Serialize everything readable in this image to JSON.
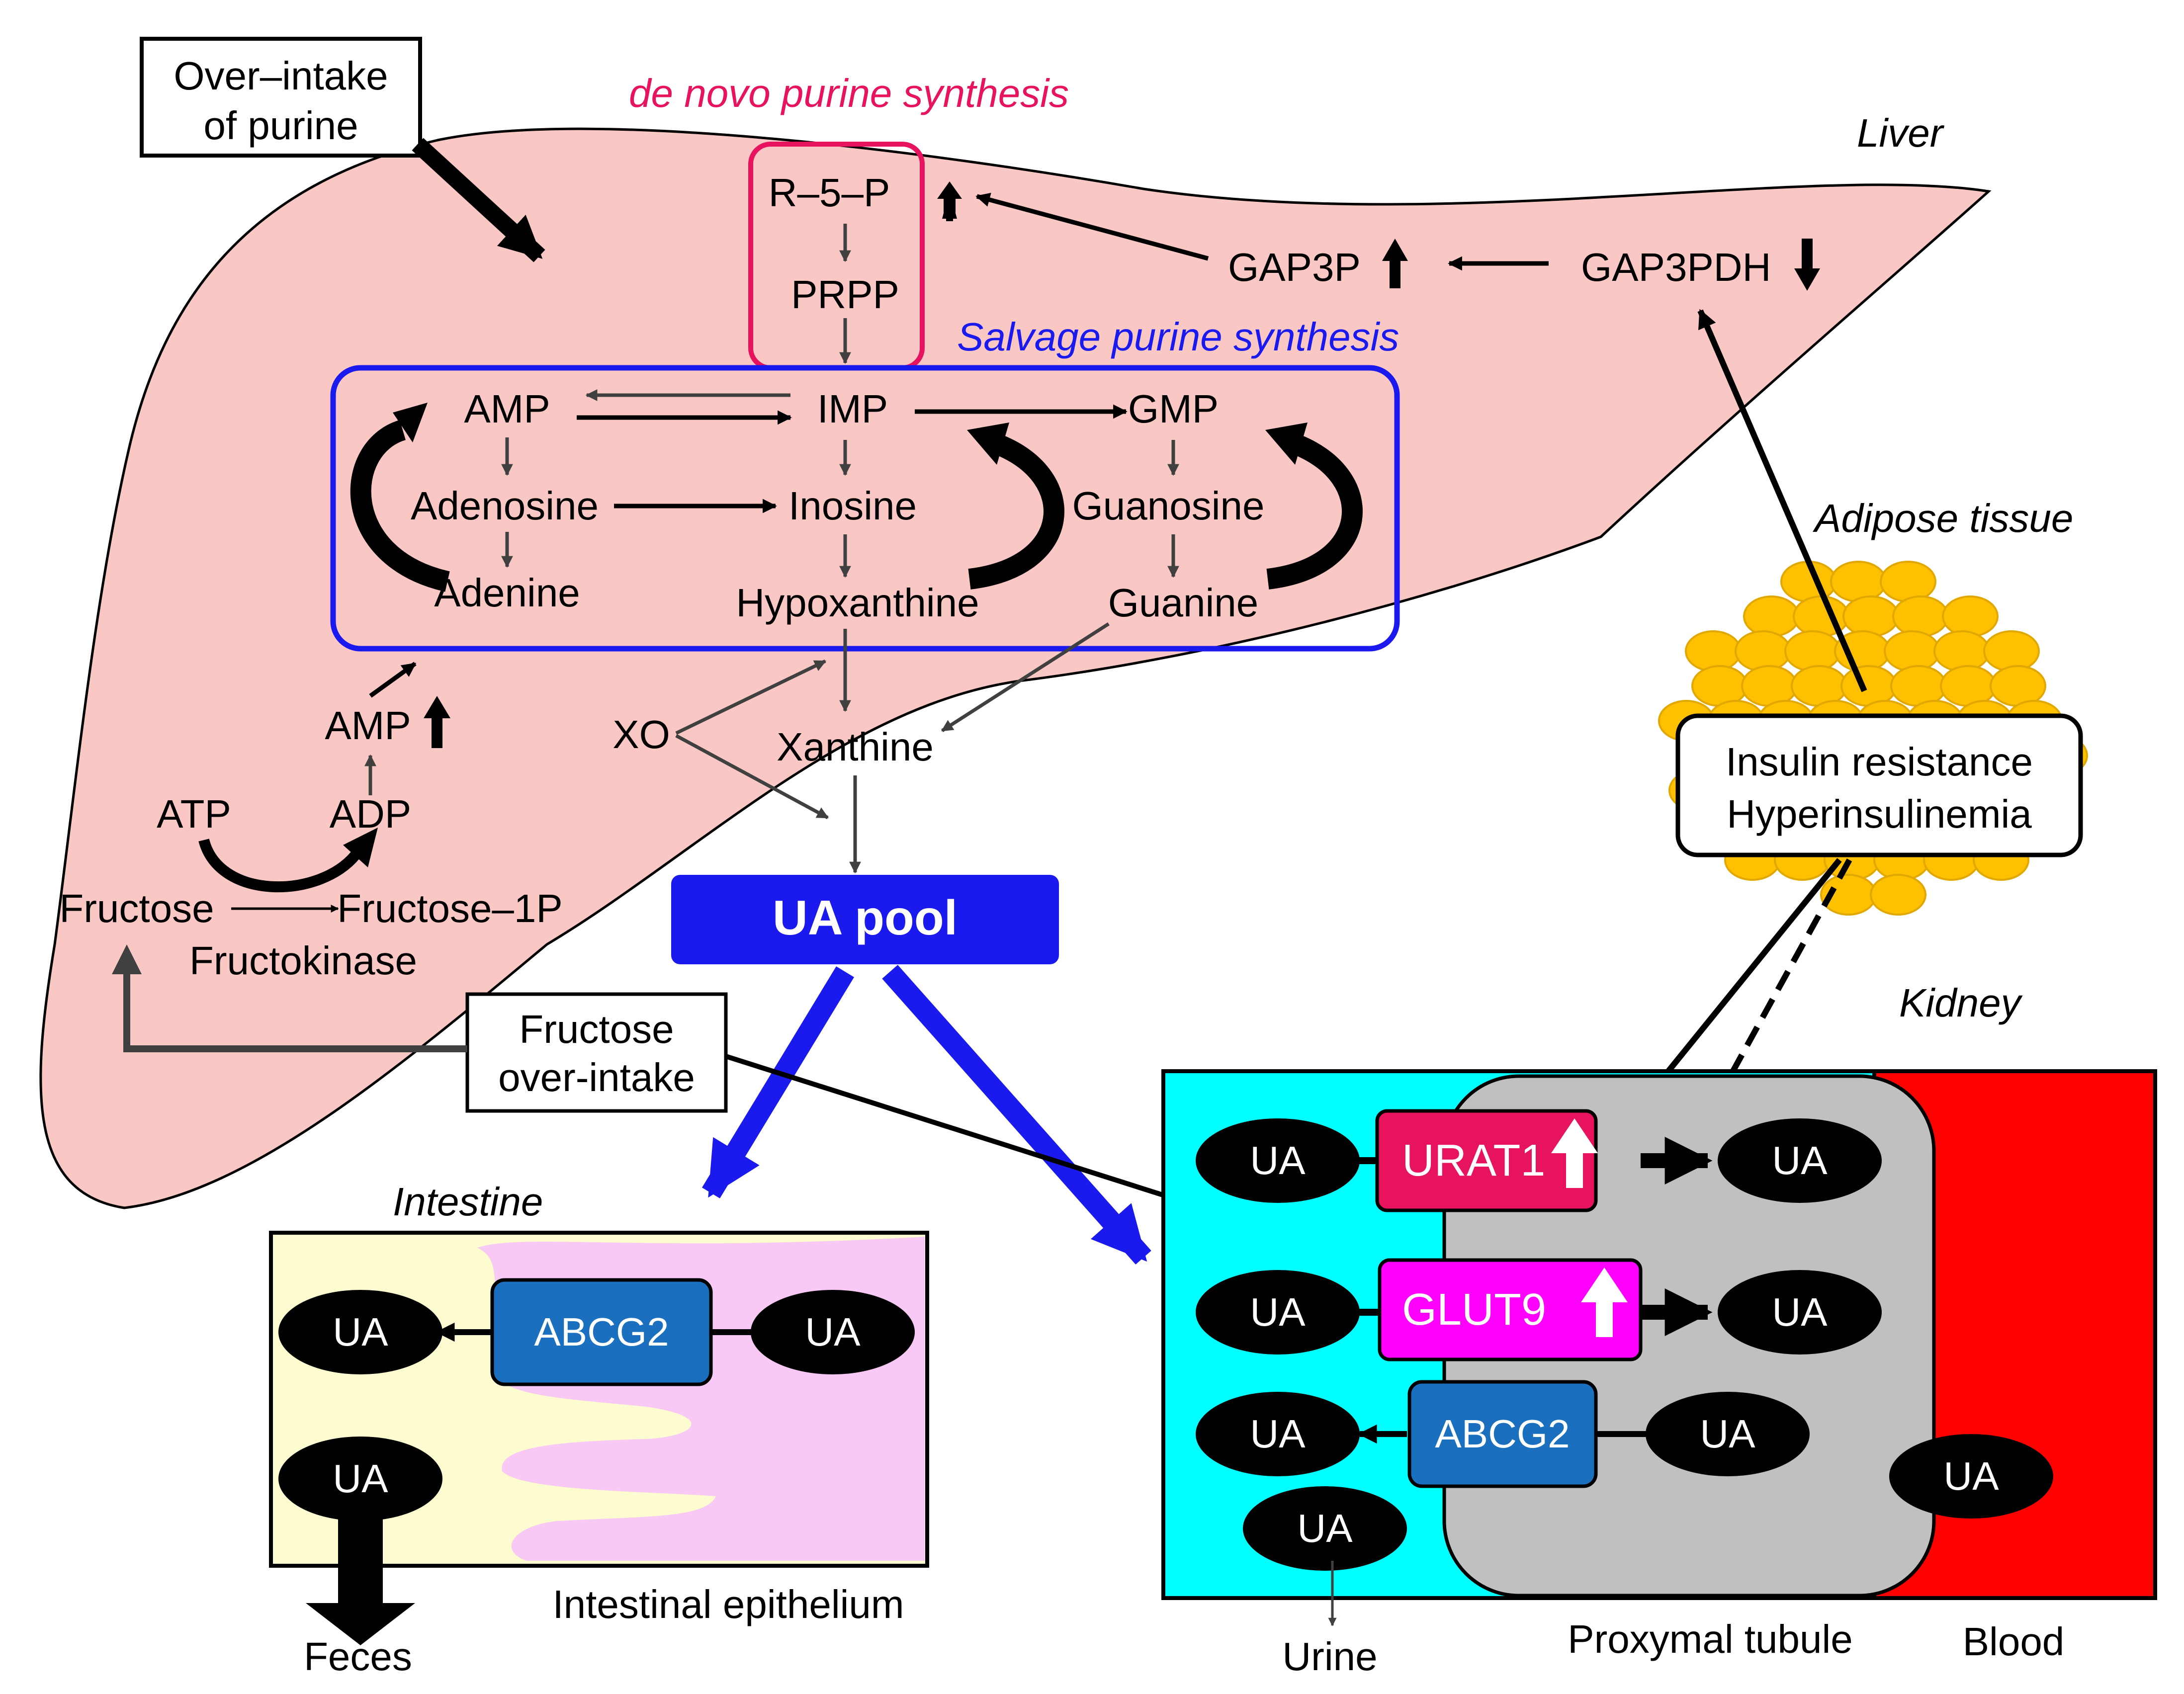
{
  "labels": {
    "overintake_purine": [
      "Over–intake",
      "of purine"
    ],
    "de_novo": "de novo purine synthesis",
    "salvage": "Salvage purine synthesis",
    "liver": "Liver",
    "adipose": "Adipose tissue",
    "kidney": "Kidney",
    "intestine": "Intestine",
    "r5p": "R–5–P",
    "prpp": "PRPP",
    "gap3p": "GAP3P",
    "gap3pdh": "GAP3PDH",
    "amp": "AMP",
    "imp": "IMP",
    "gmp": "GMP",
    "adenosine": "Adenosine",
    "inosine": "Inosine",
    "guanosine": "Guanosine",
    "adenine": "Adenine",
    "hypoxanthine": "Hypoxanthine",
    "guanine": "Guanine",
    "xo": "XO",
    "xanthine": "Xanthine",
    "amp2": "AMP",
    "atp": "ATP",
    "adp": "ADP",
    "fructose": "Fructose",
    "fructose1p": "Fructose–1P",
    "fructokinase": "Fructokinase",
    "ua_pool": "UA pool",
    "fructose_overintake": [
      "Fructose",
      "over-intake"
    ],
    "insulin": [
      "Insulin resistance",
      "Hyperinsulinemia"
    ],
    "urat1": "URAT1",
    "glut9": "GLUT9",
    "abcg2_kidney": "ABCG2",
    "abcg2_intestine": "ABCG2",
    "ua": "UA",
    "urine": "Urine",
    "proxymal": "Proxymal tubule",
    "blood": "Blood",
    "feces": "Feces",
    "epithelium": "Intestinal epithelium"
  },
  "colors": {
    "liver": "#f9c8c4",
    "de_novo_box": "#e8135f",
    "salvage_box": "#1a1aee",
    "ua_pool": "#1a1aee",
    "cyan": "#00ffff",
    "grey": "#c0c0c0",
    "red": "#ff0000",
    "urat1": "#e8135f",
    "glut9": "#ff00ff",
    "abcg2": "#1a6fbf",
    "intestine_bg": "#fdfbd0",
    "intestine_pink": "#f8c9f4",
    "fat": "#ffc000"
  }
}
